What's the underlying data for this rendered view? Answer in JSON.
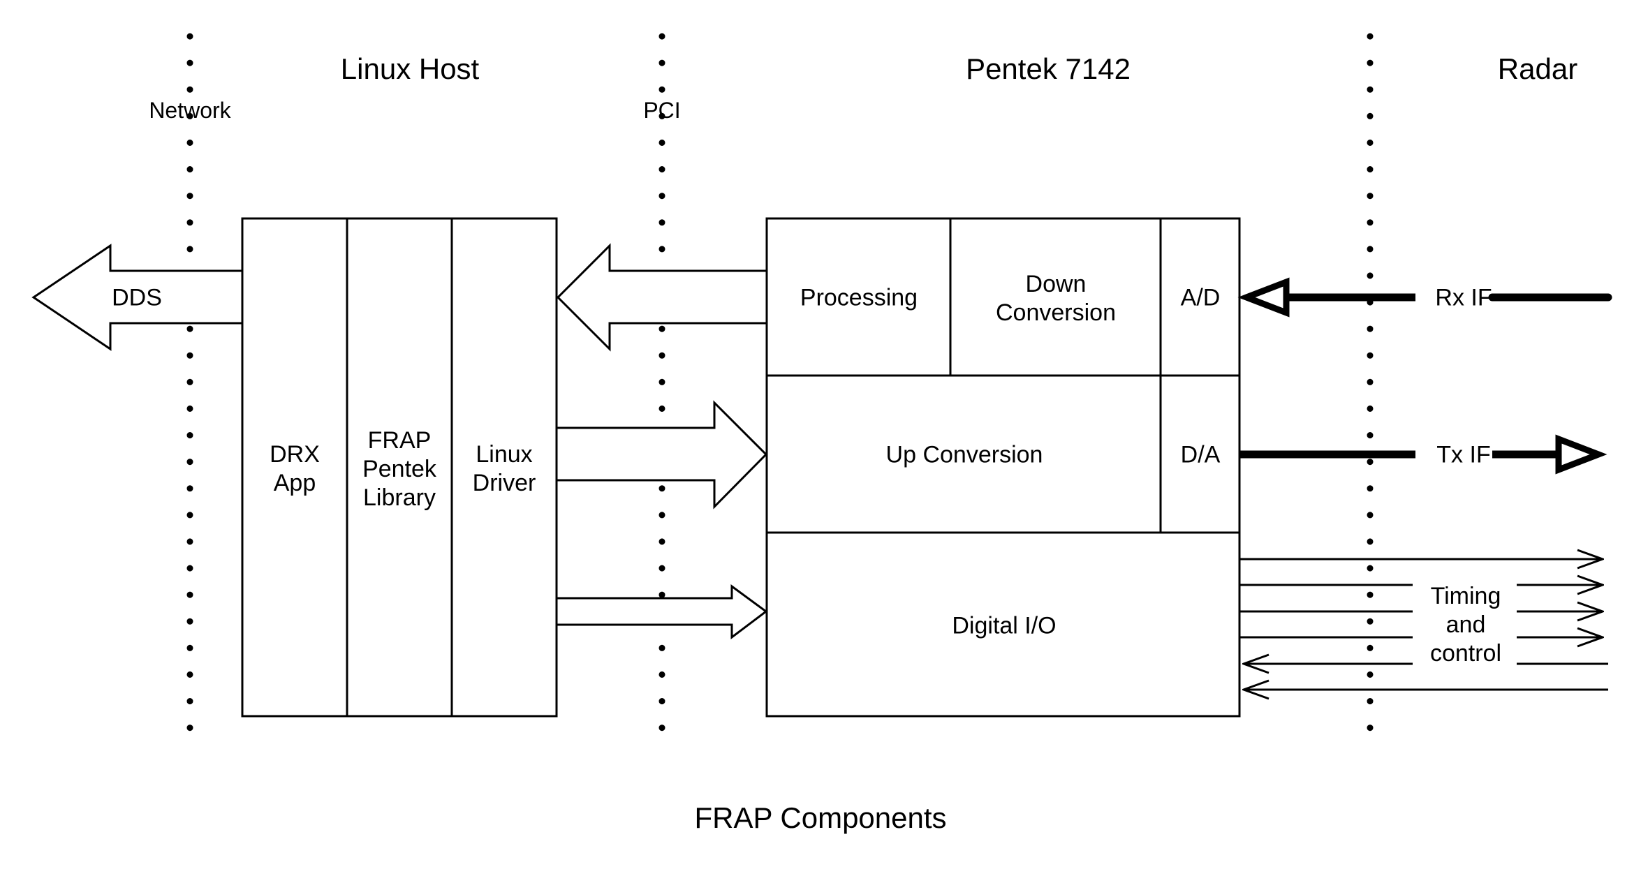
{
  "regions": {
    "linux_host": "Linux Host",
    "pentek": "Pentek 7142",
    "radar": "Radar"
  },
  "boundaries": {
    "network": "Network",
    "pci": "PCI"
  },
  "host_blocks": {
    "drx_app": "DRX\nApp",
    "frap_library": "FRAP\nPentek\nLibrary",
    "linux_driver": "Linux\nDriver"
  },
  "pentek_blocks": {
    "processing": "Processing",
    "down_conversion": "Down\nConversion",
    "ad": "A/D",
    "up_conversion": "Up Conversion",
    "da": "D/A",
    "digital_io": "Digital I/O"
  },
  "signals": {
    "dds": "DDS",
    "rx_if": "Rx IF",
    "tx_if": "Tx IF",
    "timing_control": "Timing\nand\ncontrol"
  },
  "caption": "FRAP Components"
}
